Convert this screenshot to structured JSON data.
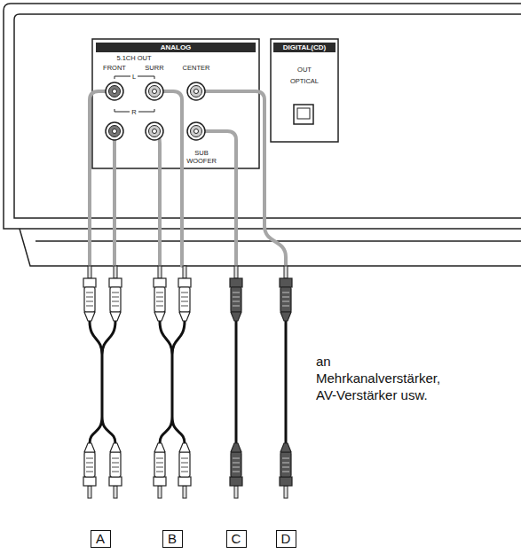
{
  "diagram": {
    "nodes": [
      {
        "text": [
          "ANALOG"
        ]
      },
      {
        "text": [
          "DIGITAL(CD)"
        ]
      },
      {
        "text": [
          "A"
        ]
      },
      {
        "text": [
          "B"
        ]
      },
      {
        "text": [
          "C"
        ]
      },
      {
        "text": [
          "D"
        ]
      }
    ],
    "labels": [
      "5.1CH OUT",
      "FRONT",
      "SURR",
      "CENTER",
      "L",
      "R",
      "SUB WOOFER",
      "OUT",
      "OPTICAL",
      "an Mehrkanalverstärker, AV-Verstärker usw."
    ]
  }
}
